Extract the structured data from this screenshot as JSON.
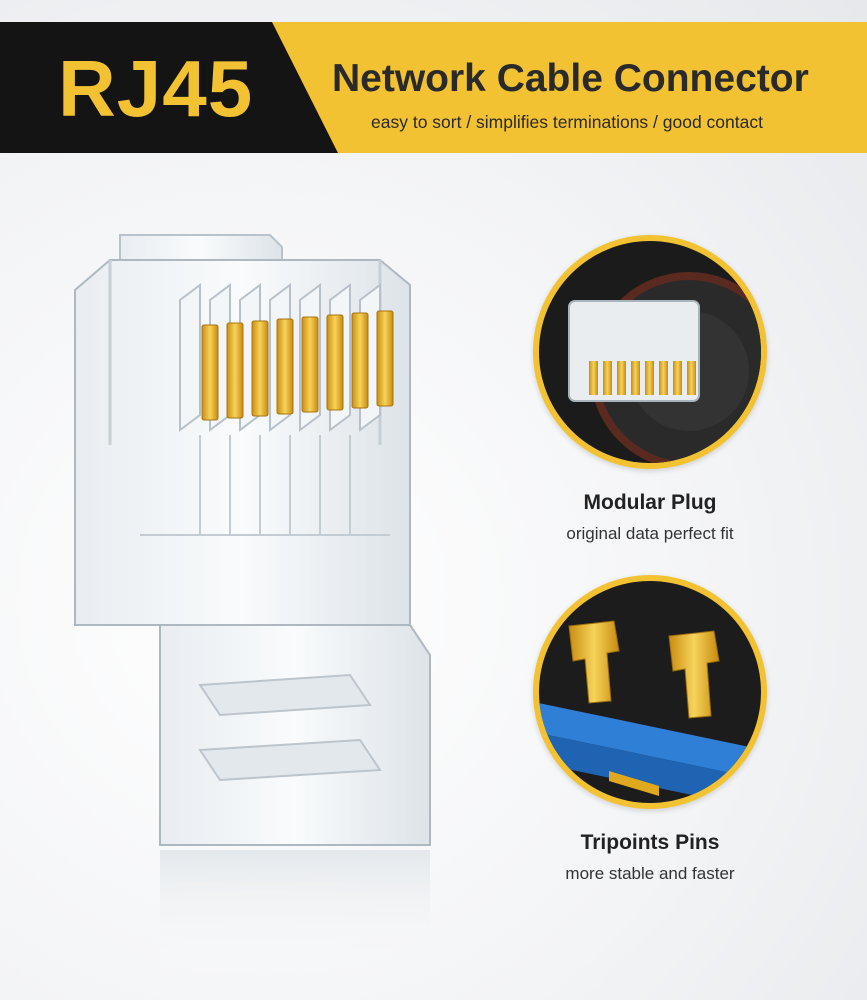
{
  "banner": {
    "brand": "RJ45",
    "headline": "Network Cable Connector",
    "tagline": "easy to sort / simplifies terminations / good contact"
  },
  "callouts": [
    {
      "title": "Modular Plug",
      "subtitle": "original data perfect fit",
      "icon": "modular-plug-closeup"
    },
    {
      "title": "Tripoints Pins",
      "subtitle": "more stable and faster",
      "icon": "tripoint-pins-closeup"
    }
  ],
  "colors": {
    "accent": "#f2c233",
    "dark": "#141414",
    "text": "#222222",
    "gold": "#e0a81e"
  }
}
